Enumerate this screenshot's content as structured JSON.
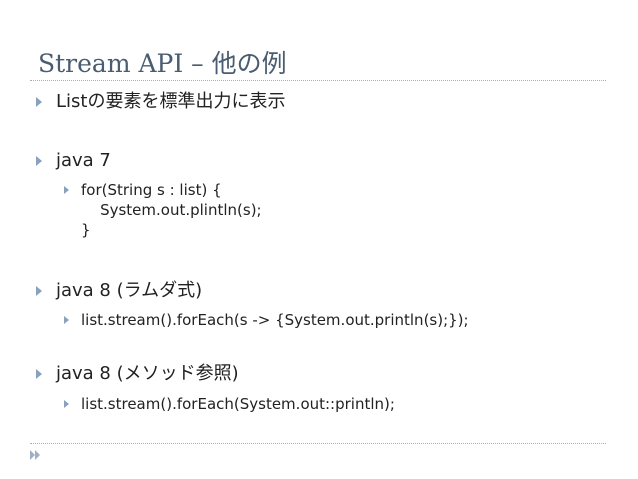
{
  "title": "Stream API – 他の例",
  "bullets": [
    {
      "text": "Listの要素を標準出力に表示"
    },
    {
      "text": "java 7",
      "sub": "for(String s : list) {\n    System.out.plintln(s);\n}"
    },
    {
      "text": "java 8 (ラムダ式)",
      "sub": "list.stream().forEach(s -> {System.out.println(s);});"
    },
    {
      "text": "java 8 (メソッド参照)",
      "sub": "list.stream().forEach(System.out::println);"
    }
  ],
  "colors": {
    "title": "#4a5c6f",
    "bullet": "#8aa0bf",
    "rule": "#9fb0c4"
  }
}
